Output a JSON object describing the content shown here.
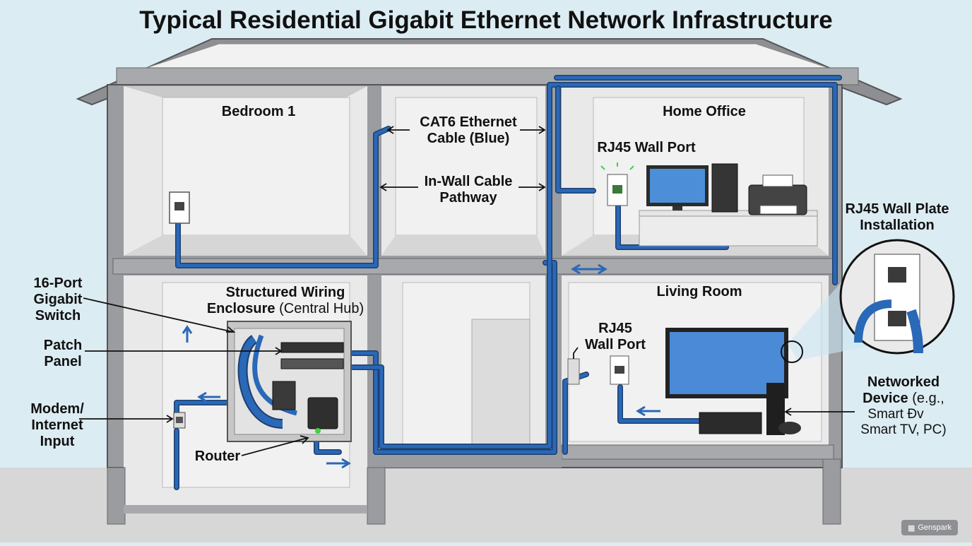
{
  "title": "Typical Residential Gigabit Ethernet Network Infrastructure",
  "rooms": {
    "bedroom": "Bedroom 1",
    "office": "Home Office",
    "living": "Living Room"
  },
  "labels": {
    "cat6_line1": "CAT6 Ethernet",
    "cat6_line2": "Cable (Blue)",
    "pathway_line1": "In-Wall Cable",
    "pathway_line2": "Pathway",
    "office_port": "RJ45 Wall Port",
    "living_port_line1": "RJ45",
    "living_port_line2": "Wall Port",
    "plate_line1": "RJ45 Wall Plate",
    "plate_line2": "Installation",
    "enclosure_line1": "Structured Wiring",
    "enclosure_line2_bold": "Enclosure",
    "enclosure_line2_reg": " (Central Hub)",
    "switch_line1": "16-Port",
    "switch_line2": "Gigabit",
    "switch_line3": "Switch",
    "patch_line1": "Patch",
    "patch_line2": "Panel",
    "modem_line1": "Modem/",
    "modem_line2": "Internet",
    "modem_line3": "Input",
    "router": "Router",
    "device_line1": "Networked",
    "device_line2_bold": "Device",
    "device_line2_reg": " (e.g.,",
    "device_line3": "Smart Ðv",
    "device_line4": "Smart TV, PC)"
  },
  "watermark": "Genspark",
  "colors": {
    "cable": "#2a68b8",
    "wall": "#8d8f93",
    "sky": "#dcecf3",
    "led": "#3fd43f"
  }
}
